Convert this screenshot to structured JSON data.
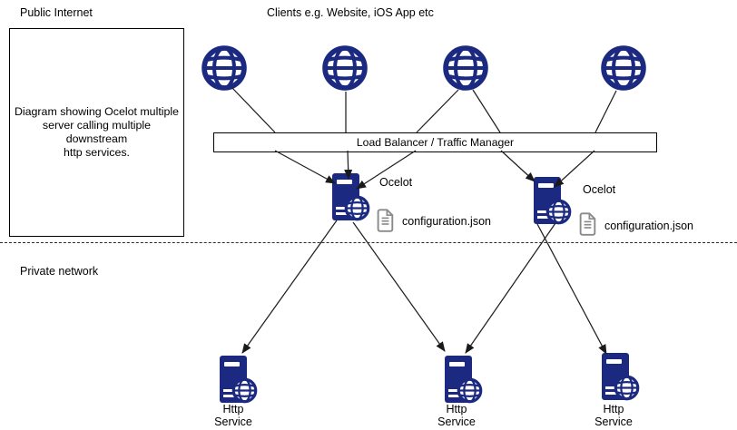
{
  "colors": {
    "navy": "#1b2a80",
    "line": "#1f1f1f",
    "doc_gray": "#8a8a8a"
  },
  "zones": {
    "public_label": "Public Internet",
    "private_label": "Private network"
  },
  "clients_heading": "Clients e.g. Website, iOS App etc",
  "description_box": {
    "text": "Diagram showing Ocelot multiple\nserver calling multiple downstream\nhttp services."
  },
  "load_balancer": {
    "label": "Load Balancer / Traffic Manager"
  },
  "clients": [
    {
      "icon": "globe-icon"
    },
    {
      "icon": "globe-icon"
    },
    {
      "icon": "globe-icon"
    },
    {
      "icon": "globe-icon"
    }
  ],
  "gateways": [
    {
      "label": "Ocelot",
      "icon": "server-globe-icon",
      "config": {
        "icon": "document-icon",
        "label": "configuration.json"
      }
    },
    {
      "label": "Ocelot",
      "icon": "server-globe-icon",
      "config": {
        "icon": "document-icon",
        "label": "configuration.json"
      }
    }
  ],
  "services": [
    {
      "label": "Http\nService",
      "icon": "server-globe-icon"
    },
    {
      "label": "Http\nService",
      "icon": "server-globe-icon"
    },
    {
      "label": "Http\nService",
      "icon": "server-globe-icon"
    }
  ],
  "topology": {
    "edges": [
      "client-1 -> load-balancer",
      "client-2 -> load-balancer",
      "client-3 -> load-balancer (x2)",
      "client-4 -> load-balancer",
      "load-balancer -> gateway-1 (x3)",
      "load-balancer -> gateway-2 (x2)",
      "gateway-1 -> service-1",
      "gateway-1 -> service-2",
      "gateway-2 -> service-2",
      "gateway-2 -> service-3"
    ]
  }
}
